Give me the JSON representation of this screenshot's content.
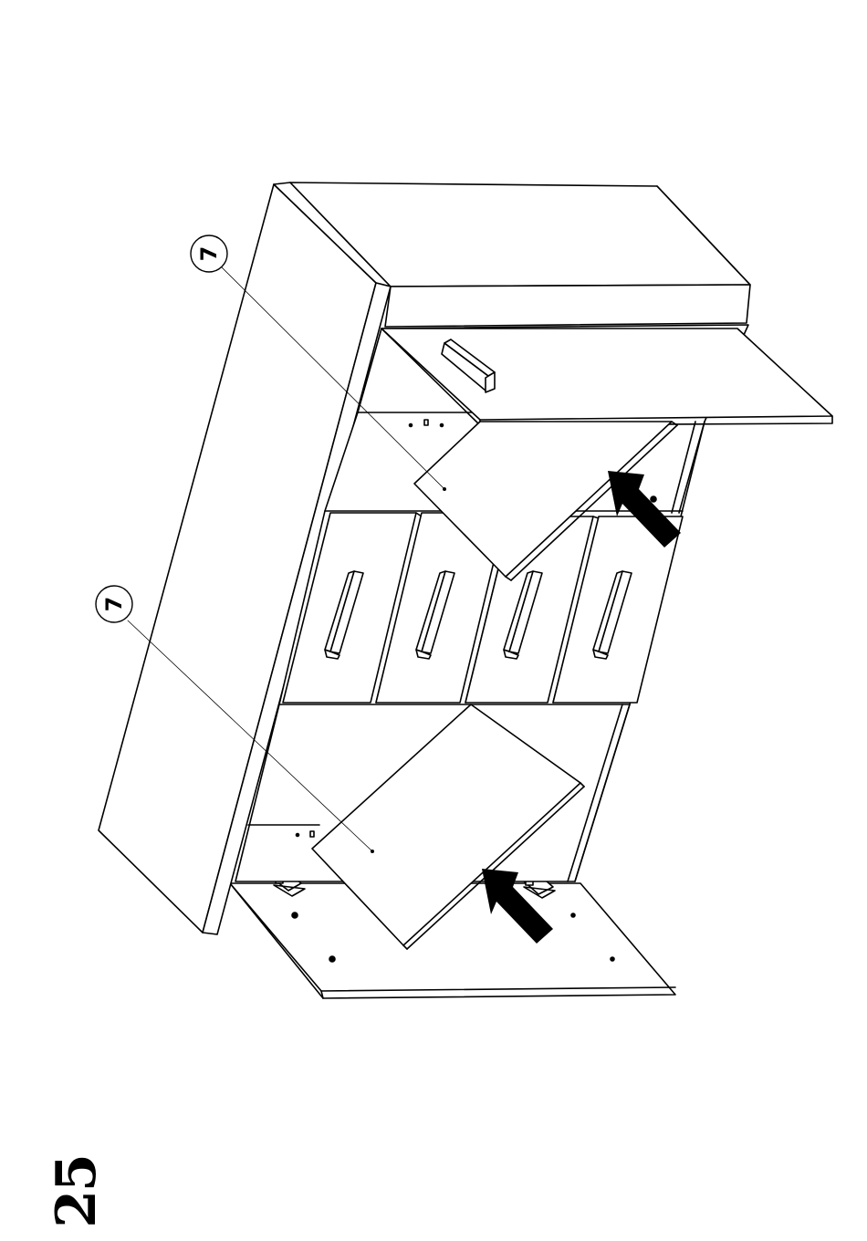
{
  "step": {
    "number": "25"
  },
  "callouts": [
    {
      "label": "7"
    },
    {
      "label": "7"
    }
  ],
  "colors": {
    "line": "#000000",
    "background": "#ffffff"
  }
}
